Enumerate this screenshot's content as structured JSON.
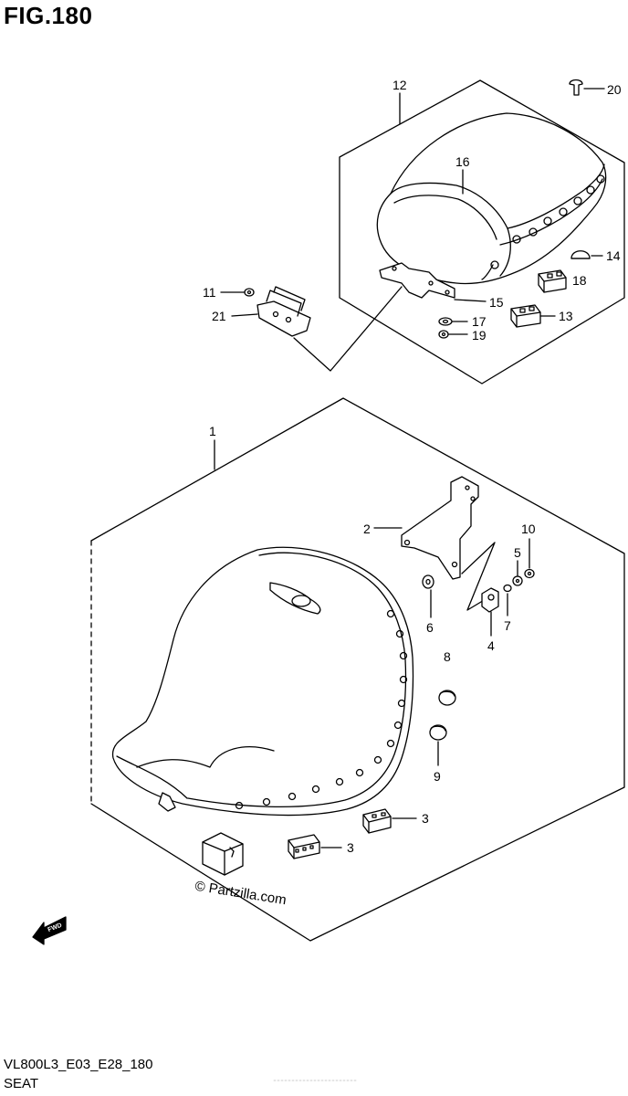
{
  "figure": {
    "title": "FIG.180",
    "code": "VL800L3_E03_E28_180",
    "name": "SEAT"
  },
  "watermark": "© Partzilla.com",
  "fwd_label": "FWD",
  "callouts": [
    "1",
    "2",
    "3",
    "3",
    "4",
    "5",
    "6",
    "7",
    "8",
    "9",
    "10",
    "11",
    "12",
    "13",
    "14",
    "15",
    "16",
    "17",
    "18",
    "19",
    "20",
    "21"
  ]
}
